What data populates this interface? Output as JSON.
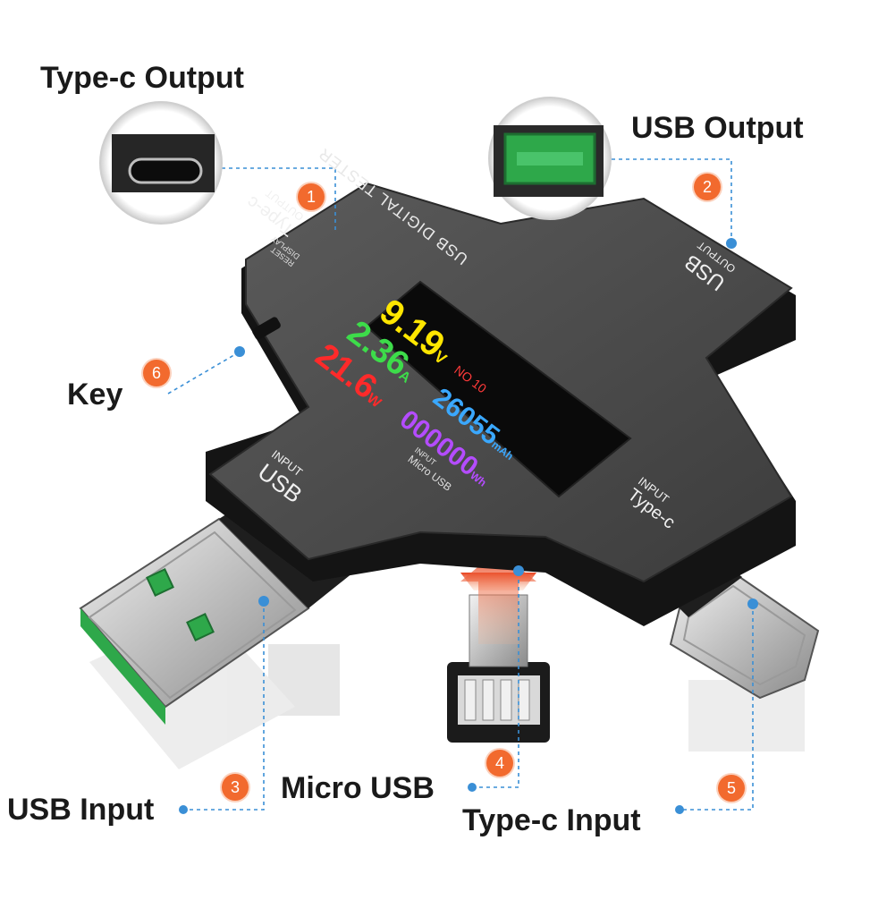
{
  "labels": {
    "type_c_output": "Type-c Output",
    "usb_output": "USB Output",
    "key": "Key",
    "usb_input": "USB Input",
    "micro_usb": "Micro USB",
    "type_c_input": "Type-c Input"
  },
  "badges": {
    "b1": "1",
    "b2": "2",
    "b3": "3",
    "b4": "4",
    "b5": "5",
    "b6": "6"
  },
  "device": {
    "title": "USB DIGITAL TESTER",
    "port_output_top_left": "Type-c",
    "port_output_top_left_sub": "OUTPUT",
    "port_output_top_right": "USB",
    "port_output_top_right_sub": "OUTPUT",
    "port_input_bottom_left": "USB",
    "port_input_bottom_left_sub": "INPUT",
    "port_input_bottom_right": "Type-c",
    "port_input_bottom_right_sub": "INPUT",
    "port_micro": "Micro USB",
    "port_micro_sub": "INPUT",
    "key_reset": "RESET",
    "key_display": "DISPLAY"
  },
  "screen": {
    "voltage": "9.19",
    "voltage_unit": "V",
    "current": "2.36",
    "current_unit": "A",
    "power": "21.6",
    "power_unit": "W",
    "mode": "NO 10",
    "capacity": "26055",
    "capacity_unit": "mAh",
    "energy": "000000",
    "energy_unit": "Wh"
  },
  "colors": {
    "badge": "#f26a2e",
    "leader": "#3a8fd6",
    "body": "#4a4a4a",
    "voltage": "#ffe600",
    "current": "#3ddc4a",
    "power": "#ff2a2a",
    "capacity": "#3aa8ff",
    "energy": "#b44cff",
    "usb_green": "#2ea84a"
  }
}
